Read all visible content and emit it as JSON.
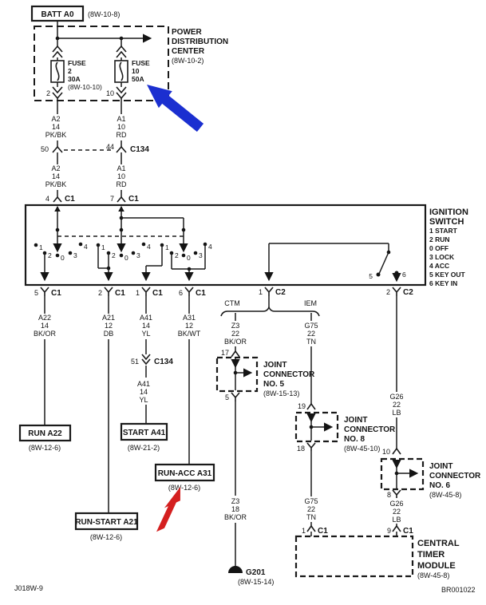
{
  "footer": {
    "left": "J018W-9",
    "right": "BR001022"
  },
  "arrows": {
    "blue": "#1b2fd0",
    "red": "#d41f1f"
  },
  "batt": {
    "label": "BATT A0",
    "ref": "(8W-10-8)"
  },
  "pdc": {
    "title": [
      "POWER",
      "DISTRIBUTION",
      "CENTER"
    ],
    "ref": "(8W-10-2)",
    "fuse2": {
      "name": "FUSE",
      "num": "2",
      "rating": "30A",
      "ref": "(8W-10-10)",
      "pin": "2"
    },
    "fuse10": {
      "name": "FUSE",
      "num": "10",
      "rating": "50A",
      "pin": "10"
    }
  },
  "c134": {
    "label": "C134",
    "top": {
      "pin_left": "50",
      "pin_right": "44"
    },
    "mid": {
      "pin": "51"
    }
  },
  "wires": {
    "a2": [
      "A2",
      "14",
      "PK/BK"
    ],
    "a1": [
      "A1",
      "10",
      "RD"
    ],
    "a22": [
      "A22",
      "14",
      "BK/OR"
    ],
    "a21": [
      "A21",
      "12",
      "DB"
    ],
    "a41": [
      "A41",
      "14",
      "YL"
    ],
    "a31": [
      "A31",
      "12",
      "BK/WT"
    ],
    "z3_22": [
      "Z3",
      "22",
      "BK/OR"
    ],
    "z3_18": [
      "Z3",
      "18",
      "BK/OR"
    ],
    "g75": [
      "G75",
      "22",
      "TN"
    ],
    "g26": [
      "G26",
      "22",
      "LB"
    ]
  },
  "ignition": {
    "title": [
      "IGNITION",
      "SWITCH"
    ],
    "legend": [
      "1 START",
      "2 RUN",
      "0 OFF",
      "3 LOCK",
      "4 ACC",
      "5 KEY OUT",
      "6 KEY IN"
    ],
    "contacts": [
      "1",
      "2",
      "0",
      "3",
      "4"
    ],
    "key": {
      "out": "5",
      "in": "6"
    },
    "pins_top": [
      {
        "pin": "4",
        "conn": "C1"
      },
      {
        "pin": "7",
        "conn": "C1"
      }
    ],
    "pins_bottom": [
      {
        "pin": "5",
        "conn": "C1"
      },
      {
        "pin": "2",
        "conn": "C1"
      },
      {
        "pin": "1",
        "conn": "C1"
      },
      {
        "pin": "6",
        "conn": "C1"
      },
      {
        "pin": "1",
        "conn": "C2"
      },
      {
        "pin": "2",
        "conn": "C2"
      }
    ]
  },
  "branches": {
    "left": "CTM",
    "right": "IEM"
  },
  "boxes": {
    "run": {
      "label": "RUN A22",
      "ref": "(8W-12-6)"
    },
    "run_start": {
      "label": "RUN-START A21",
      "ref": "(8W-12-6)"
    },
    "start": {
      "label": "START A41",
      "ref": "(8W-21-2)"
    },
    "run_acc": {
      "label": "RUN-ACC A31",
      "ref": "(8W-12-6)"
    }
  },
  "joints": {
    "no5": {
      "title": [
        "JOINT",
        "CONNECTOR",
        "NO. 5"
      ],
      "ref": "(8W-15-13)",
      "pin_in": "17",
      "pin_out": "5"
    },
    "no8": {
      "title": [
        "JOINT",
        "CONNECTOR",
        "NO. 8"
      ],
      "ref": "(8W-45-10)",
      "pin_in": "19",
      "pin_out": "18"
    },
    "no6": {
      "title": [
        "JOINT",
        "CONNECTOR",
        "NO. 6"
      ],
      "ref": "(8W-45-8)",
      "pin_in": "10",
      "pin_out": "8"
    }
  },
  "ctm": {
    "title": [
      "CENTRAL",
      "TIMER",
      "MODULE"
    ],
    "ref": "(8W-45-8)",
    "pins": [
      {
        "pin": "1",
        "conn": "C1"
      },
      {
        "pin": "9",
        "conn": "C1"
      }
    ]
  },
  "ground": {
    "label": "G201",
    "ref": "(8W-15-14)"
  }
}
